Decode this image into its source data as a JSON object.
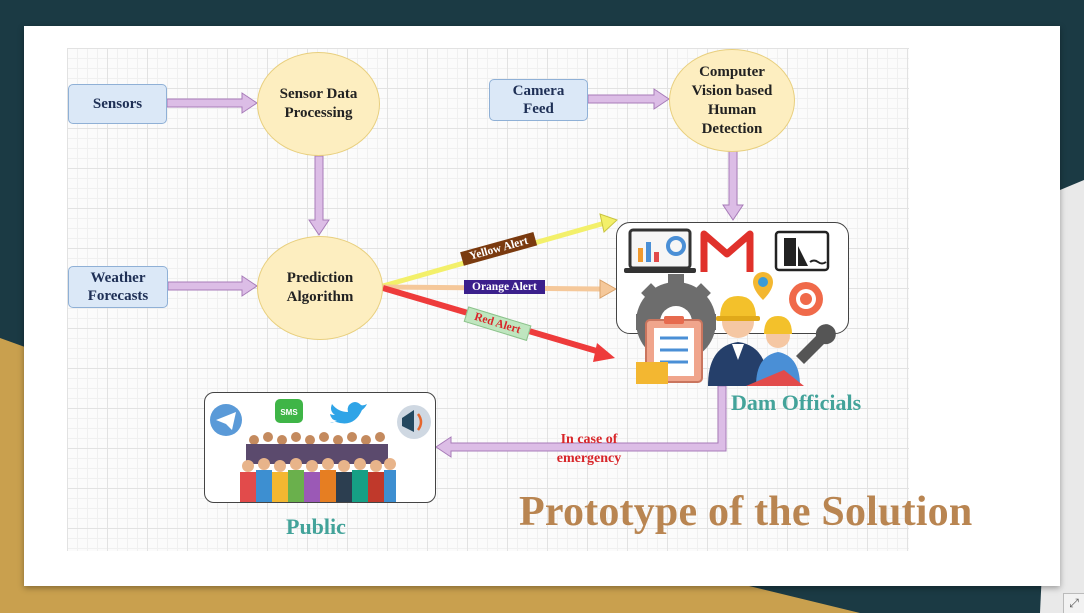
{
  "nodes": {
    "sensors": "Sensors",
    "sensor_processing": "Sensor Data\nProcessing",
    "camera_feed": "Camera\nFeed",
    "computer_vision": "Computer\nVision based\nHuman\nDetection",
    "weather": "Weather\nForecasts",
    "prediction": "Prediction\nAlgorithm"
  },
  "alerts": {
    "yellow": "Yellow Alert",
    "orange": "Orange Alert",
    "red": "Red Alert"
  },
  "dam_officials": "Dam Officials",
  "emergency_label": "In case of\nemergency",
  "public_label": "Public",
  "slide_title": "Prototype of  the Solution",
  "icons": {
    "officials_panel": [
      "analytics-dashboard-icon",
      "gmail-icon",
      "dam-icon",
      "location-pin-icon",
      "alarm-icon",
      "gear-icon",
      "clipboard-icon",
      "engineer-icon",
      "wrench-icon"
    ],
    "public_panel": [
      "telegram-icon",
      "sms-icon",
      "twitter-icon",
      "broadcast-icon",
      "crowd-icon"
    ]
  },
  "colors": {
    "slide_bg": "#1b3a44",
    "gold_accent": "#c9a04e",
    "box_fill": "#dbe8f7",
    "ellipse_fill": "#fdeec0",
    "arrow_purple": "#dcbde6",
    "yellow_alert": "#f3f06a",
    "orange_alert": "#f5c89a",
    "red_alert": "#ee3b3b",
    "title": "#b98551",
    "dam_officials": "#43a39a"
  }
}
